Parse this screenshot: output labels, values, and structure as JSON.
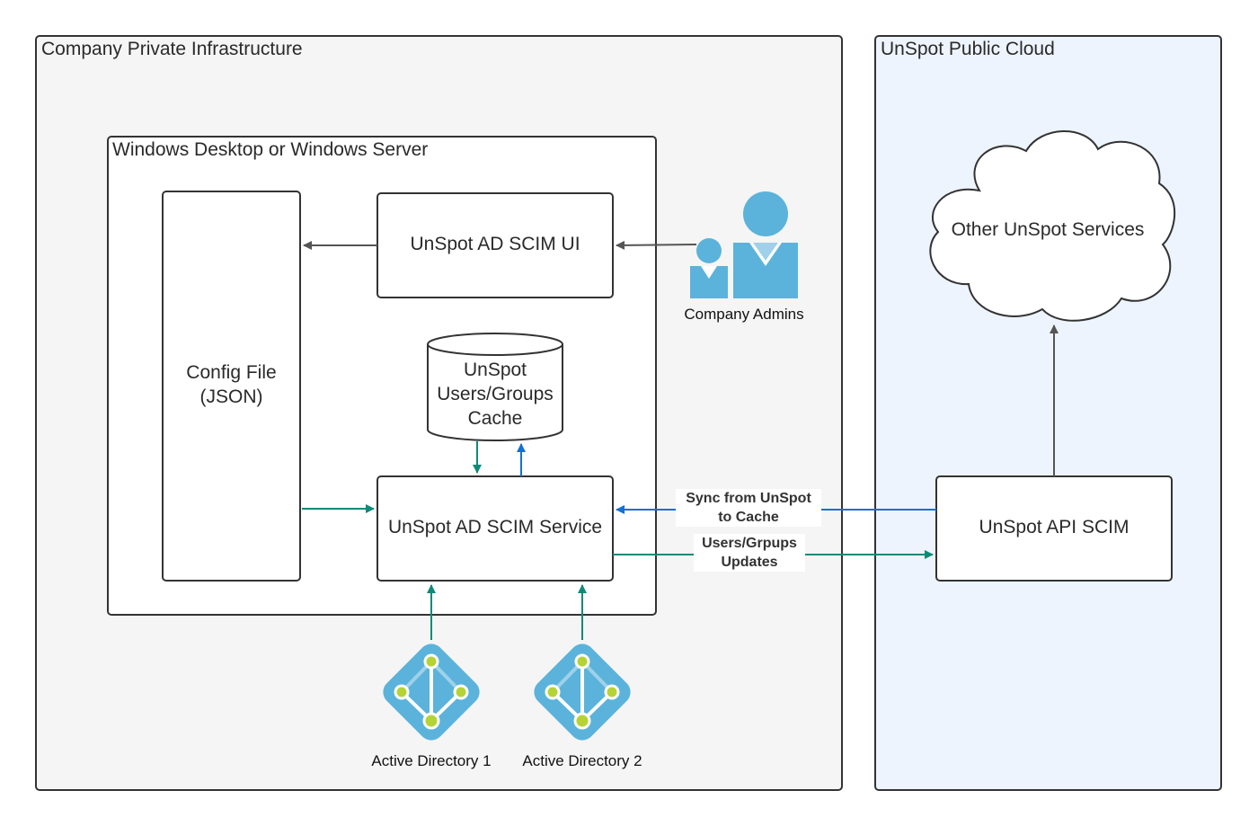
{
  "regions": {
    "private": {
      "title": "Company Private Infrastructure"
    },
    "cloud": {
      "title": "UnSpot Public Cloud"
    },
    "windows": {
      "title": "Windows Desktop or Windows Server"
    }
  },
  "nodes": {
    "config_file": {
      "line1": "Config File",
      "line2": "(JSON)"
    },
    "scim_ui": {
      "label": "UnSpot AD SCIM UI"
    },
    "cache": {
      "line1": "UnSpot",
      "line2": "Users/Groups",
      "line3": "Cache"
    },
    "scim_service": {
      "label": "UnSpot AD SCIM Service"
    },
    "api_scim": {
      "label": "UnSpot API SCIM"
    },
    "other_services": {
      "label": "Other UnSpot Services"
    },
    "admins": {
      "label": "Company Admins"
    },
    "ad1": {
      "label": "Active Directory 1"
    },
    "ad2": {
      "label": "Active Directory 2"
    }
  },
  "edges": {
    "sync": {
      "line1": "Sync from UnSpot",
      "line2": "to Cache"
    },
    "updates": {
      "line1": "Users/Grpups",
      "line2": "Updates"
    }
  },
  "colors": {
    "teal": "#0f8a78",
    "blue": "#1570d6",
    "gray": "#555555",
    "icon": "#5bb3db",
    "icon_light": "#9fd1ea",
    "node_dot": "#b5d335"
  }
}
